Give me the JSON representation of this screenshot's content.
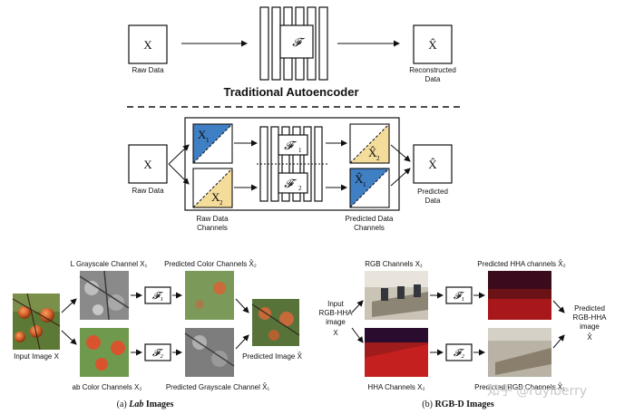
{
  "top": {
    "input_symbol": "X",
    "input_label": "Raw Data",
    "encoder_symbol": "𝓕",
    "output_symbol": "X̂",
    "output_label_line1": "Reconstructed",
    "output_label_line2": "Data",
    "title": "Traditional Autoencoder"
  },
  "middle": {
    "input_symbol": "X",
    "input_label": "Raw Data",
    "channel1_symbol": "X",
    "channel1_sub": "1",
    "channel2_symbol": "X",
    "channel2_sub": "2",
    "f1_symbol": "𝓕",
    "f1_sub": "1",
    "f2_symbol": "𝓕",
    "f2_sub": "2",
    "pred1_symbol": "X̂",
    "pred1_sub": "2",
    "pred2_symbol": "X̂",
    "pred2_sub": "1",
    "raw_channels_line1": "Raw Data",
    "raw_channels_line2": "Channels",
    "pred_channels_line1": "Predicted Data",
    "pred_channels_line2": "Channels",
    "output_symbol": "X̂",
    "output_label_line1": "Predicted",
    "output_label_line2": "Data"
  },
  "lab": {
    "l_channel_label": "L Grayscale Channel  X₁",
    "pred_color_label": "Predicted Color Channels  X̂₂",
    "input_label": "Input Image  X",
    "ab_label": "ab Color Channels  X₂",
    "pred_gray_label": "Predicted Grayscale Channel  X̂₁",
    "pred_image_label": "Predicted Image  X̂",
    "f1": "𝓕₁",
    "f2": "𝓕₂",
    "caption_prefix": "(a) ",
    "caption_italic": "Lab",
    "caption_suffix": " Images"
  },
  "rgbd": {
    "rgb_label": "RGB Channels  X₁",
    "pred_hha_label": "Predicted HHA channels  X̂₂",
    "input_line1": "Input",
    "input_line2": "RGB-HHA",
    "input_line3": "image",
    "input_line4": "X",
    "hha_label": "HHA Channels  X₂",
    "pred_rgb_label": "Predicted RGB Channels  X̂₁",
    "output_line1": "Predicted",
    "output_line2": "RGB-HHA",
    "output_line3": "image",
    "output_line4": "X̂",
    "f1": "𝓕₁",
    "f2": "𝓕₂",
    "caption_prefix": "(b) ",
    "caption_bold": "RGB-D Images"
  },
  "watermark": "知乎 @ruyiberry",
  "colors": {
    "blue": "#3f7fc4",
    "yellow": "#f4dc9a"
  }
}
